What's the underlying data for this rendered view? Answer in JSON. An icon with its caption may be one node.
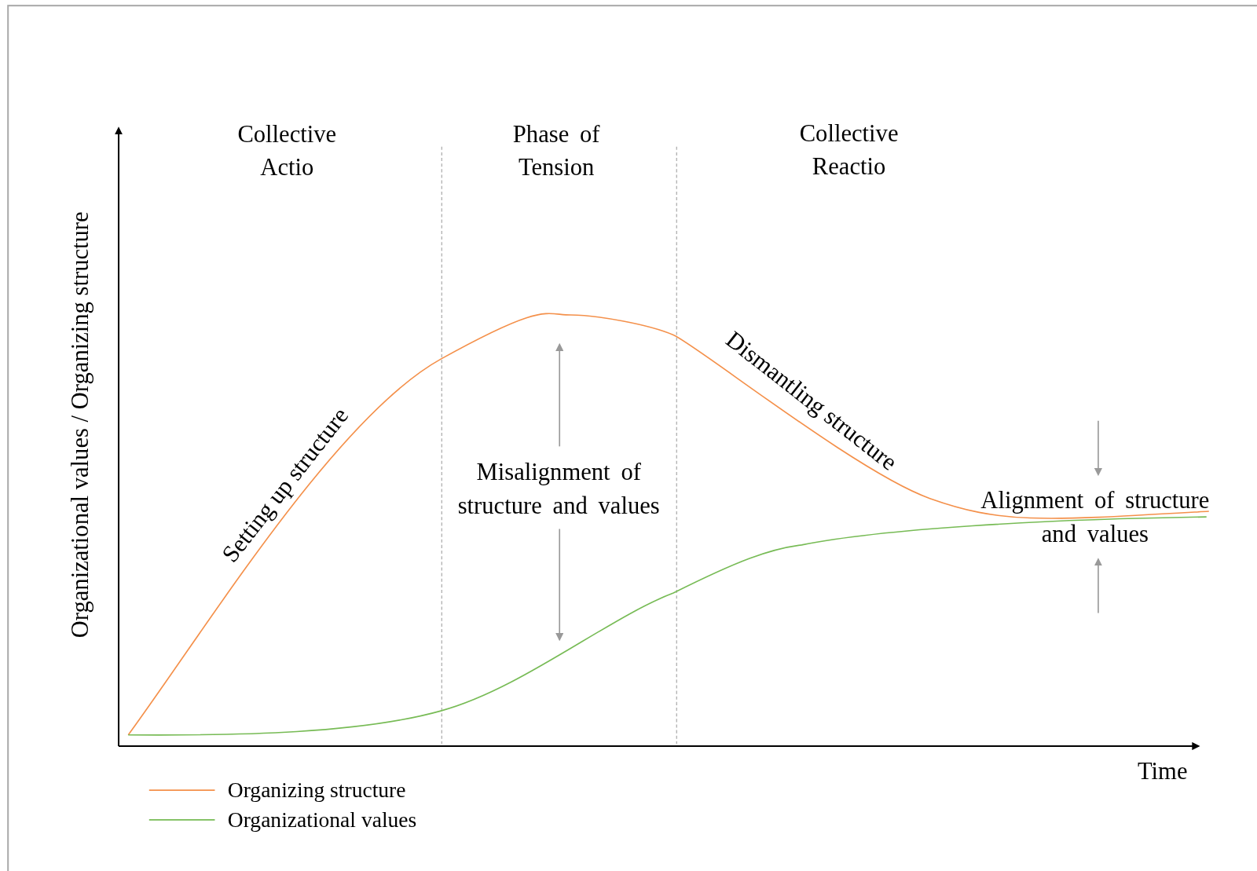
{
  "diagram": {
    "labels": [
      "Collective Actio",
      "Phase of Tension",
      "Collective Reactio",
      "Organizational values / Organizing structure",
      "Setting up structure",
      "Dismantling structure",
      "Misalignment of structure and values",
      "Alignment of structure and values",
      "Time"
    ],
    "legend": [
      {
        "text": "Organizing structure"
      },
      {
        "text": "Organizational values"
      }
    ]
  }
}
